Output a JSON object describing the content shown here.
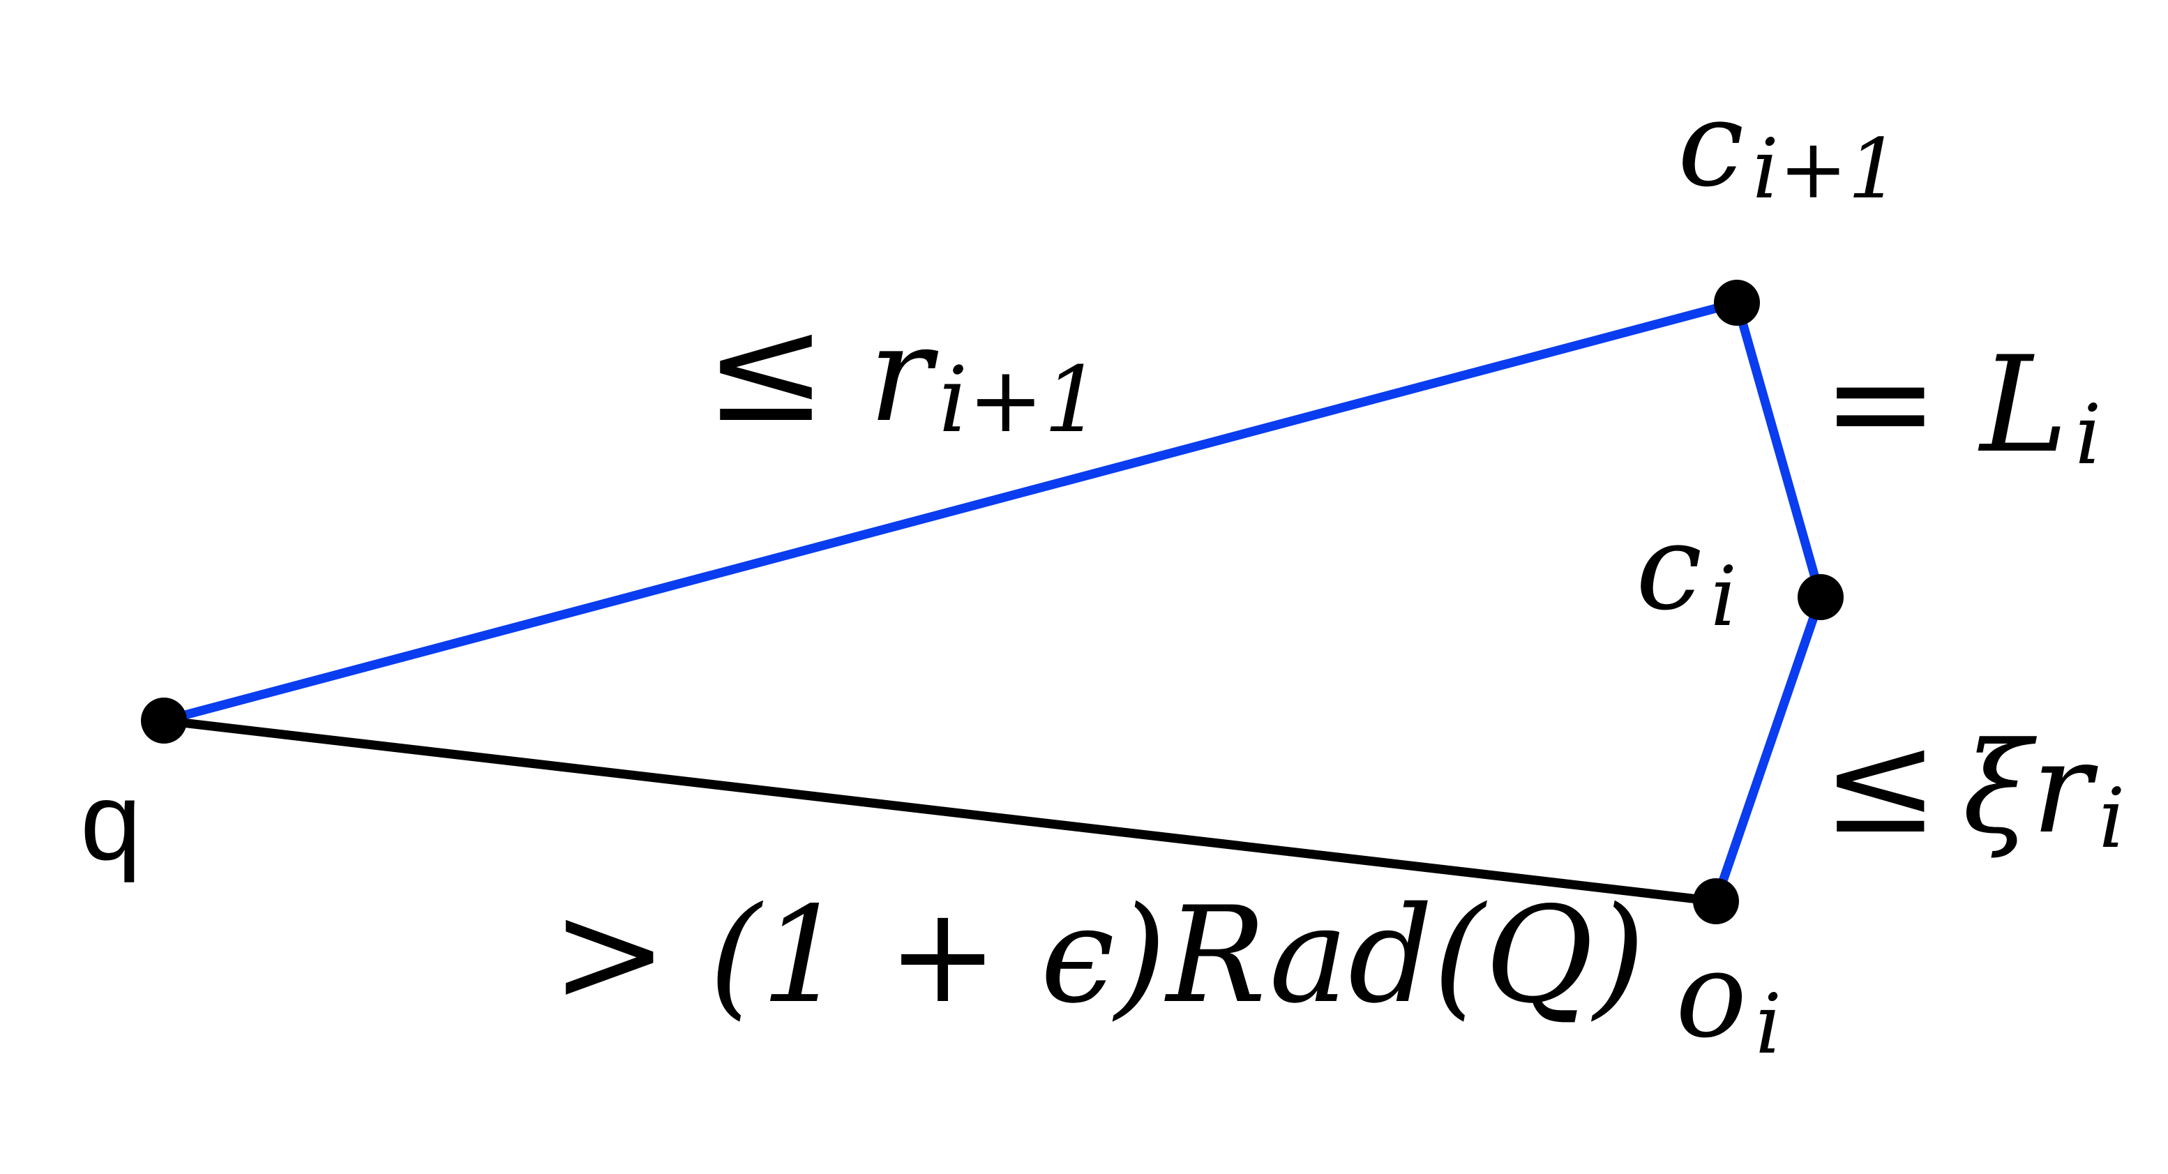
{
  "colors": {
    "background": "#ffffff",
    "blue_edge": "#0a3cf0",
    "black_edge": "#000000",
    "node": "#000000"
  },
  "nodes": {
    "q": {
      "label": "q"
    },
    "c_next": {
      "label_base": "c",
      "label_sub": "i+1"
    },
    "c_i": {
      "label_base": "c",
      "label_sub": "i"
    },
    "o_i": {
      "label_base": "o",
      "label_sub": "i"
    }
  },
  "edges": {
    "q_to_c_next": {
      "relation": "≤",
      "symbol": "r",
      "sub": "i+1"
    },
    "c_next_to_c_i": {
      "relation": "=",
      "symbol": "L",
      "sub": "i"
    },
    "c_i_to_o_i": {
      "relation": "≤",
      "symbol": "ξr",
      "sub": "i"
    },
    "q_to_o_i": {
      "relation": ">",
      "expr": "(1 + ϵ)Rad(Q)"
    }
  }
}
